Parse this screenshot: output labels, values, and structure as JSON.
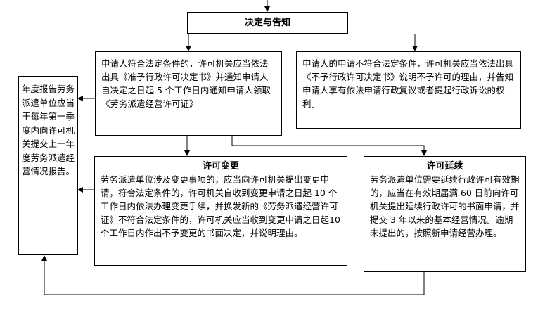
{
  "decision_box": {
    "title": "决定与告知"
  },
  "approve_box": {
    "text": "申请人符合法定条件的，许可机关应当依法出具《准予行政许可决定书》并通知申请人自决定之日起 5 个工作日内通知申请人领取《劳务派遣经营许可证》"
  },
  "reject_box": {
    "text": "申请人的申请不符合法定条件，许可机关应当依法出具《不予行政许可决定书》说明不予许可的理由，并告知申请人享有依法申请行政复议或者提起行政诉讼的权利。"
  },
  "annual_report_box": {
    "text": "年度报告劳务派遣单位应当于每年第一季度内向许可机关提交上一年度劳务派遣经营情况报告。"
  },
  "change_box": {
    "title": "许可变更",
    "text": "劳务派遣单位涉及变更事项的，应当向许可机关提出变更申请，符合法定条件的，许可机关自收到变更申请之日起 10 个工作日内依法办理变更手续，并换发新的《劳务派遣经营许可证》不符合法定条件的，许可机关应当收到变更申请之日起10个工作日内作出不予变更的书面决定，并说明理由。"
  },
  "extend_box": {
    "title": "许可延续",
    "text": "劳务派遣单位需要延续行政许可有效期的，应当在有效期届满 60 日前向许可机关提出延续行政许可的书面申请，并提交 3 年以来的基本经营情况。逾期未提出的，按照新申请经营办理。"
  }
}
